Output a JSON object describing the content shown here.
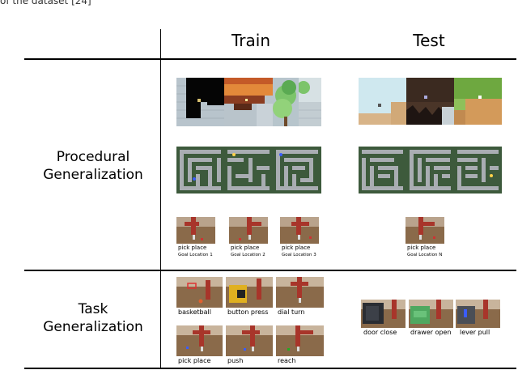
{
  "cut_text": "of the dataset [24]",
  "header": {
    "train": "Train",
    "test": "Test"
  },
  "rows": {
    "procedural": {
      "line1": "Procedural",
      "line2": "Generalization"
    },
    "task": {
      "line1": "Task",
      "line2": "Generalization"
    }
  },
  "robot_train": [
    {
      "title": "pick place",
      "sub": "Goal Location 1"
    },
    {
      "title": "pick place",
      "sub": "Goal Location 2"
    },
    {
      "title": "pick place",
      "sub": "Goal Location 3"
    }
  ],
  "robot_test": {
    "title": "pick place",
    "sub": "Goal Location N"
  },
  "task_train": [
    "basketball",
    "button press",
    "dial turn",
    "pick place",
    "push",
    "reach"
  ],
  "task_test": [
    "door close",
    "drawer open",
    "lever pull"
  ]
}
